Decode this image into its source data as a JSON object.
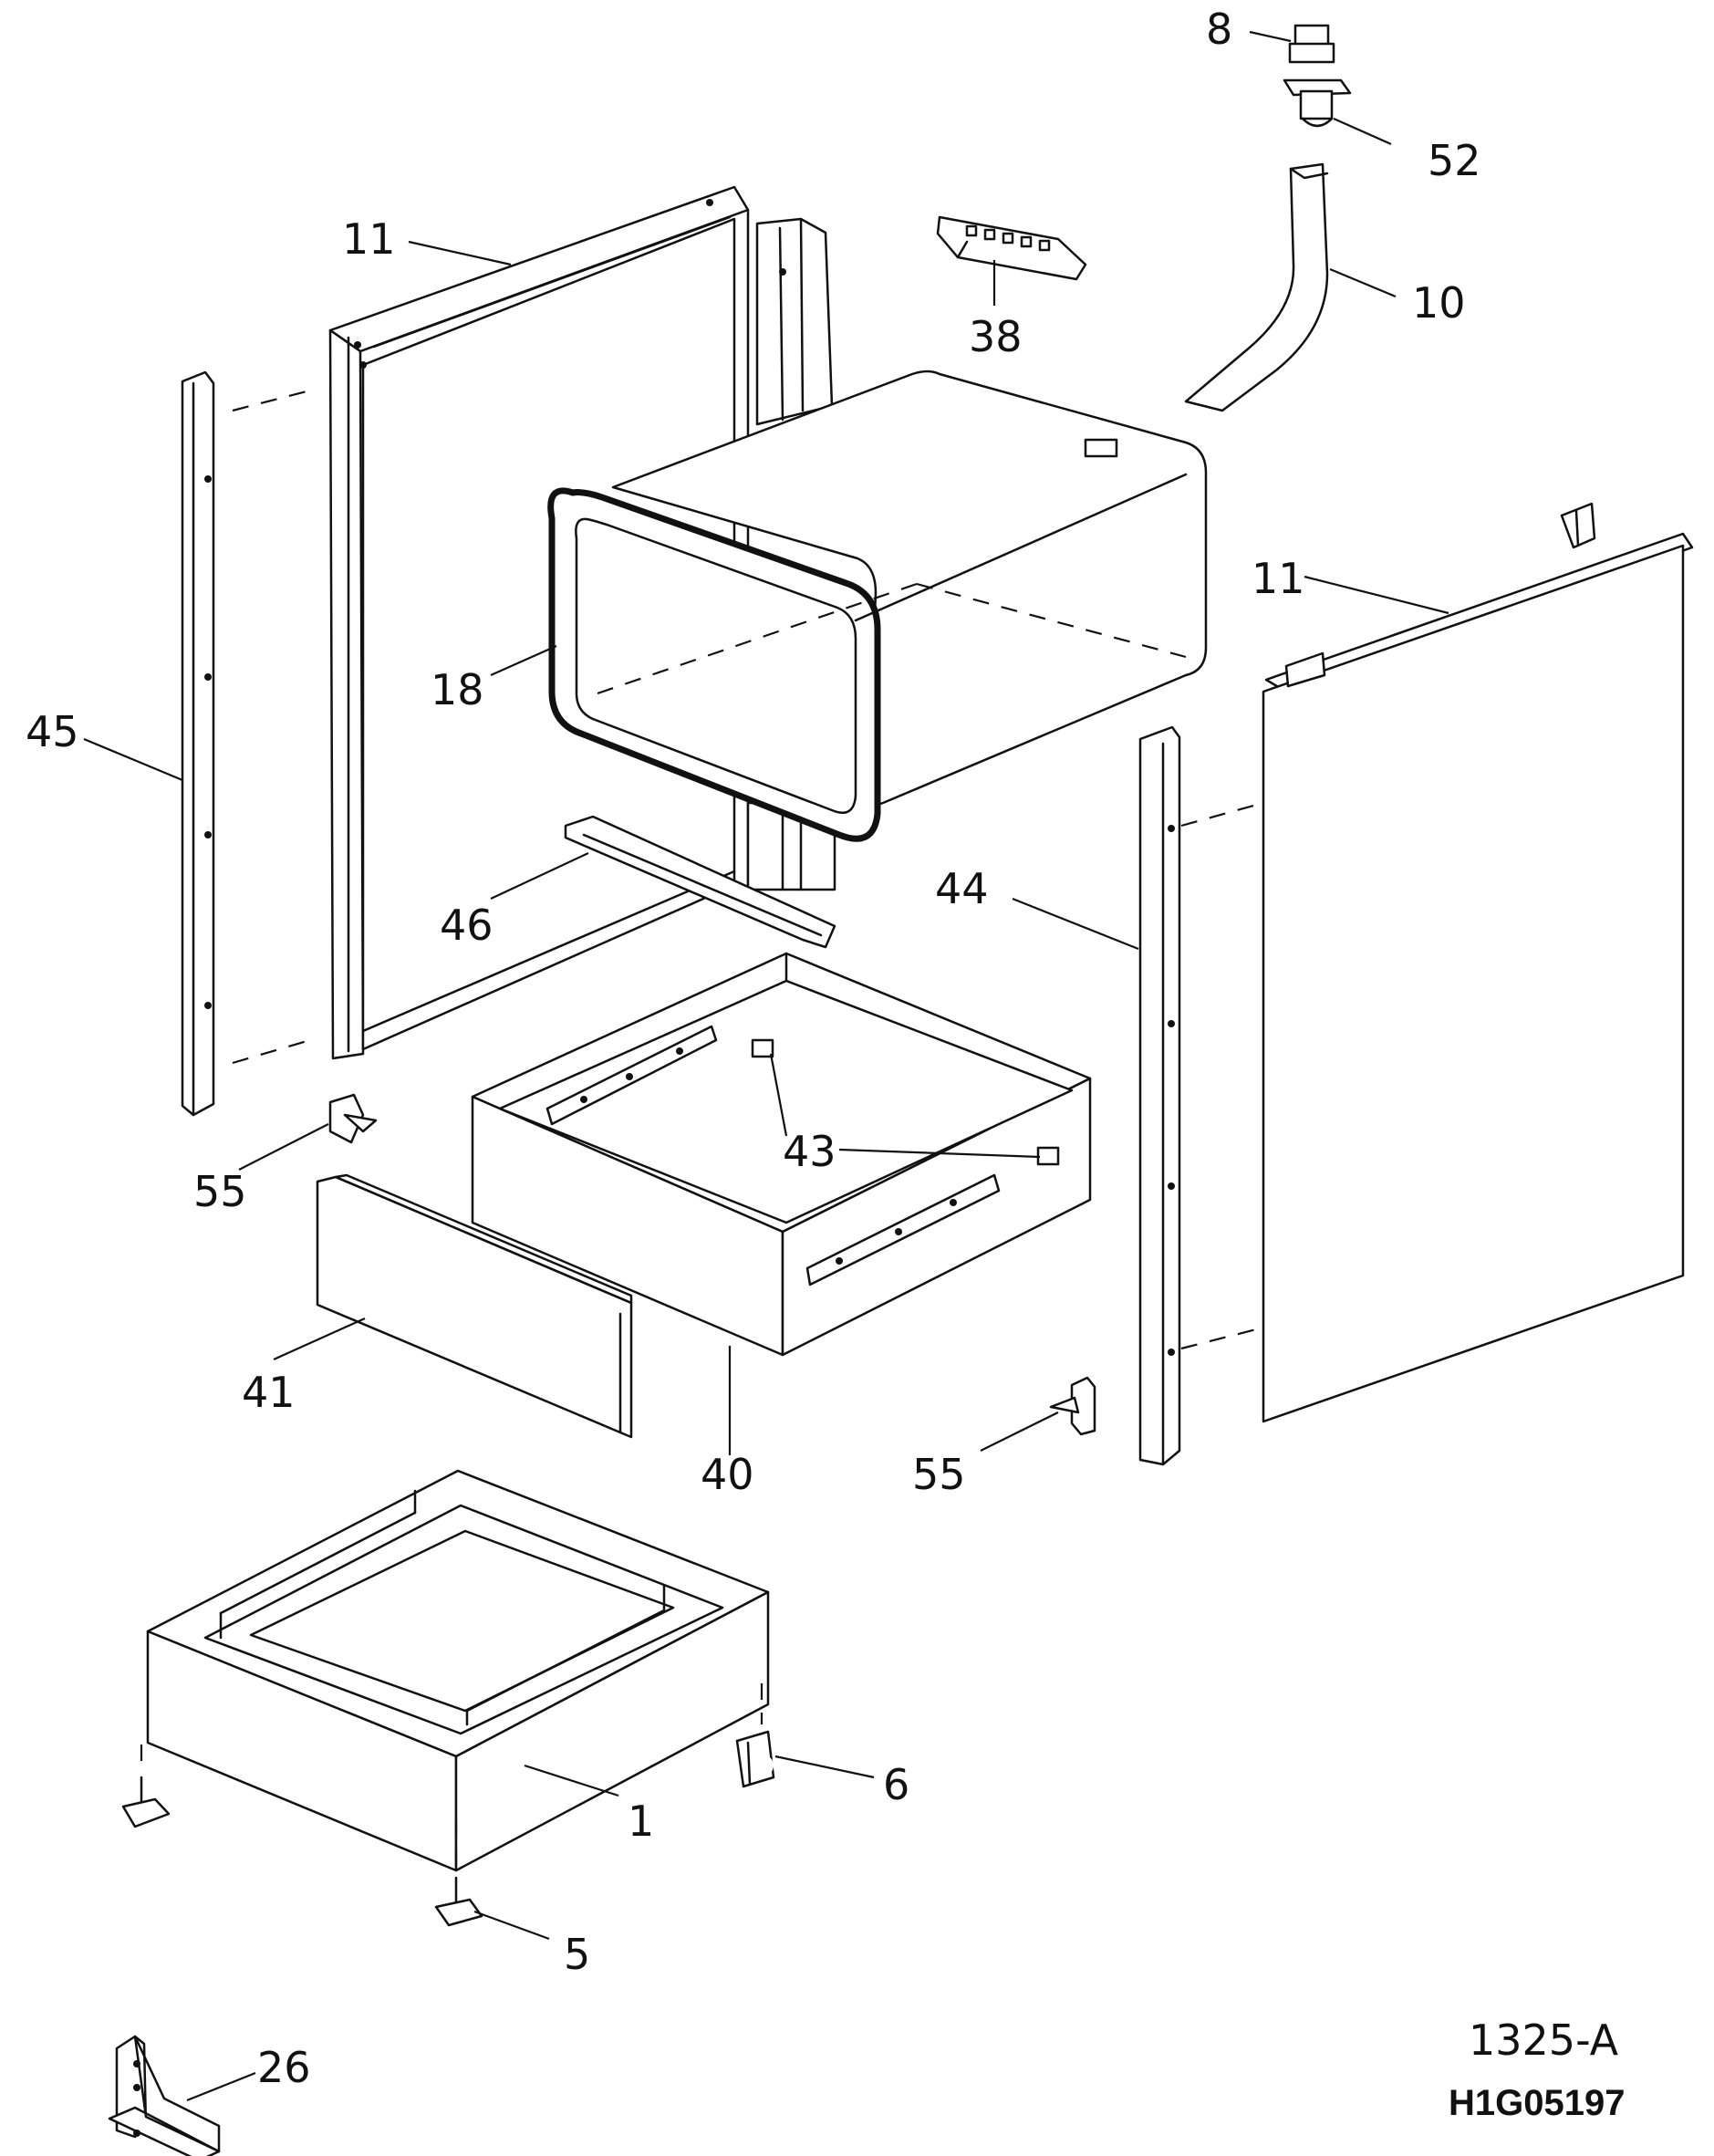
{
  "callouts": {
    "c8": "8",
    "c52": "52",
    "c11_left": "11",
    "c38": "38",
    "c10": "10",
    "c11_right": "11",
    "c45": "45",
    "c18": "18",
    "c46": "46",
    "c44": "44",
    "c43": "43",
    "c55_left": "55",
    "c41": "41",
    "c40": "40",
    "c55_right": "55",
    "c6": "6",
    "c1": "1",
    "c5": "5",
    "c26": "26"
  },
  "codes": {
    "drawing_ref": "1325-A",
    "part_code": "H1G05197"
  }
}
